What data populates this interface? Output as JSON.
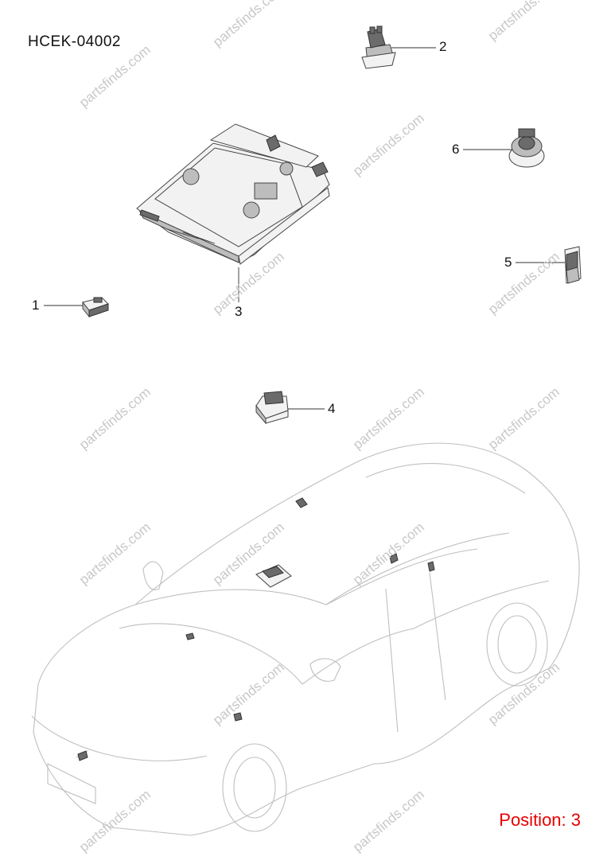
{
  "diagram_code": "HCEK-04002",
  "position_label": "Position: 3",
  "watermark_text": "partsfinds.com",
  "callouts": [
    {
      "id": "1",
      "label": "1"
    },
    {
      "id": "2",
      "label": "2"
    },
    {
      "id": "3",
      "label": "3"
    },
    {
      "id": "4",
      "label": "4"
    },
    {
      "id": "5",
      "label": "5"
    },
    {
      "id": "6",
      "label": "6"
    }
  ],
  "colors": {
    "position_label": "#e60000",
    "watermark": "#c8c8c8",
    "car_outline": "#bfbfbf"
  }
}
